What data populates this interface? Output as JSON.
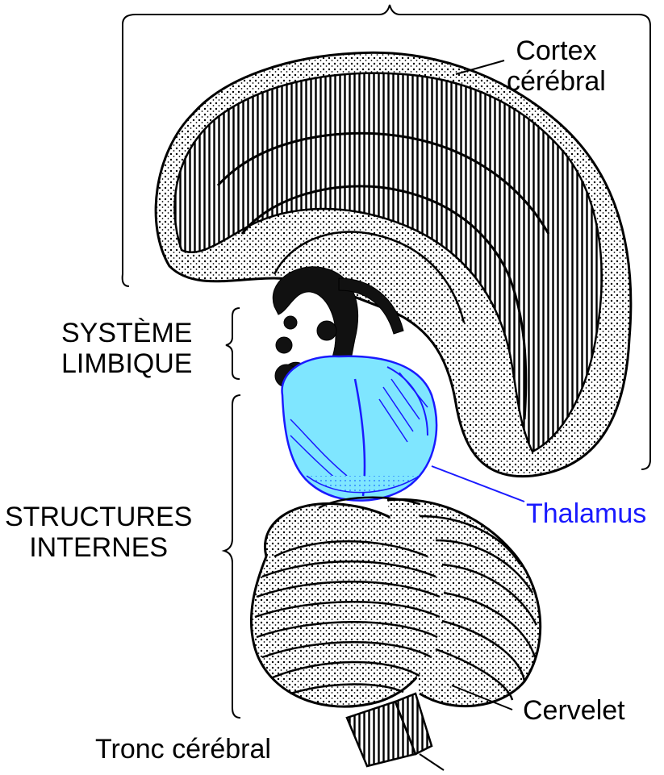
{
  "labels": {
    "cortex_line1": "Cortex",
    "cortex_line2": "cérébral",
    "limbic_line1": "SYSTÈME",
    "limbic_line2": "LIMBIQUE",
    "structures_line1": "STRUCTURES",
    "structures_line2": "INTERNES",
    "thalamus": "Thalamus",
    "cervelet": "Cervelet",
    "tronc": "Tronc cérébral"
  },
  "colors": {
    "thalamus_fill": "#7fe6ff",
    "thalamus_label": "#1a1aff",
    "ink": "#000000"
  }
}
